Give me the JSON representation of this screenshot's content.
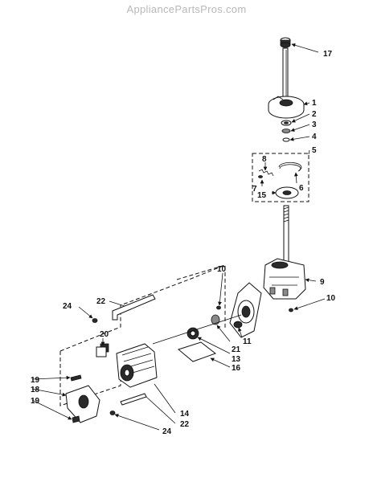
{
  "watermark": "AppliancePartsPros.com",
  "callouts": {
    "c1": "1",
    "c2": "2",
    "c3": "3",
    "c4": "4",
    "c5": "5",
    "c6": "6",
    "c7": "7",
    "c8": "8",
    "c9": "9",
    "c10a": "10",
    "c10b": "10",
    "c11": "11",
    "c13": "13",
    "c14": "14",
    "c15": "15",
    "c16": "16",
    "c17": "17",
    "c18": "18",
    "c19a": "19",
    "c19b": "19",
    "c20": "20",
    "c21": "21",
    "c22a": "22",
    "c22b": "22",
    "c24a": "24",
    "c24b": "24"
  }
}
